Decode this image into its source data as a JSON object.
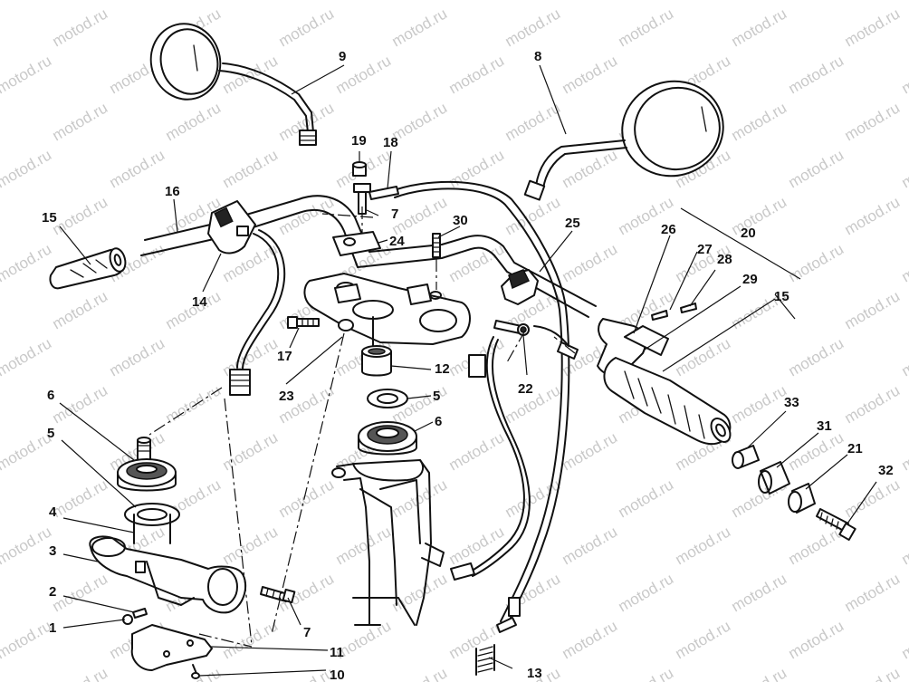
{
  "watermark": "motod.ru",
  "callouts": [
    {
      "id": "c1",
      "text": "1"
    },
    {
      "id": "c2",
      "text": "2"
    },
    {
      "id": "c3",
      "text": "3"
    },
    {
      "id": "c4",
      "text": "4"
    },
    {
      "id": "c5a",
      "text": "5"
    },
    {
      "id": "c5b",
      "text": "5"
    },
    {
      "id": "c6a",
      "text": "6"
    },
    {
      "id": "c6b",
      "text": "6"
    },
    {
      "id": "c7a",
      "text": "7"
    },
    {
      "id": "c7b",
      "text": "7"
    },
    {
      "id": "c8",
      "text": "8"
    },
    {
      "id": "c9",
      "text": "9"
    },
    {
      "id": "c10",
      "text": "10"
    },
    {
      "id": "c11",
      "text": "11"
    },
    {
      "id": "c12",
      "text": "12"
    },
    {
      "id": "c13",
      "text": "13"
    },
    {
      "id": "c14",
      "text": "14"
    },
    {
      "id": "c15a",
      "text": "15"
    },
    {
      "id": "c15b",
      "text": "15"
    },
    {
      "id": "c16",
      "text": "16"
    },
    {
      "id": "c17",
      "text": "17"
    },
    {
      "id": "c18",
      "text": "18"
    },
    {
      "id": "c19",
      "text": "19"
    },
    {
      "id": "c20",
      "text": "20"
    },
    {
      "id": "c21",
      "text": "21"
    },
    {
      "id": "c22",
      "text": "22"
    },
    {
      "id": "c23",
      "text": "23"
    },
    {
      "id": "c24",
      "text": "24"
    },
    {
      "id": "c25",
      "text": "25"
    },
    {
      "id": "c26",
      "text": "26"
    },
    {
      "id": "c27",
      "text": "27"
    },
    {
      "id": "c28",
      "text": "28"
    },
    {
      "id": "c29",
      "text": "29"
    },
    {
      "id": "c30",
      "text": "30"
    },
    {
      "id": "c31",
      "text": "31"
    },
    {
      "id": "c32",
      "text": "32"
    },
    {
      "id": "c33",
      "text": "33"
    }
  ]
}
